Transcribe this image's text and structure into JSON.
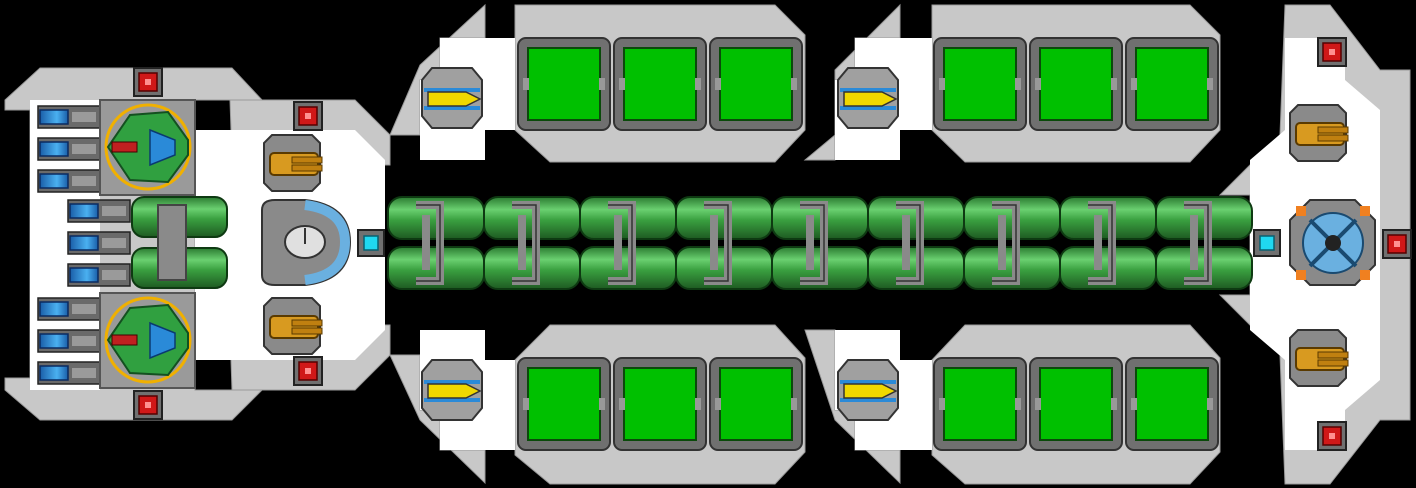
{
  "ship": {
    "hull_color": "#c8c8c8",
    "hull_dark": "#8a8a8a",
    "floor_color": "#ffffff",
    "cargo_color": "#00c000",
    "cargo_frame": "#707070",
    "cargo_rows": 4,
    "cargo_cols_per_row": 3,
    "ring_modules": 9,
    "accent_colors": {
      "red_node": "#d01818",
      "cyan_node": "#20d8f0",
      "thruster_blue": "#2a8ad8",
      "turret_gold": "#d89a20",
      "missile_yellow": "#f0d800",
      "pod_green": "#30a040",
      "pod_ring": "#f0b000"
    },
    "icons": [
      "engine-pod-icon",
      "thruster-icon",
      "command-dome-icon",
      "turret-icon",
      "missile-launcher-icon",
      "red-node-icon",
      "cyan-node-icon",
      "cargo-bay-icon",
      "shield-generator-icon"
    ]
  }
}
